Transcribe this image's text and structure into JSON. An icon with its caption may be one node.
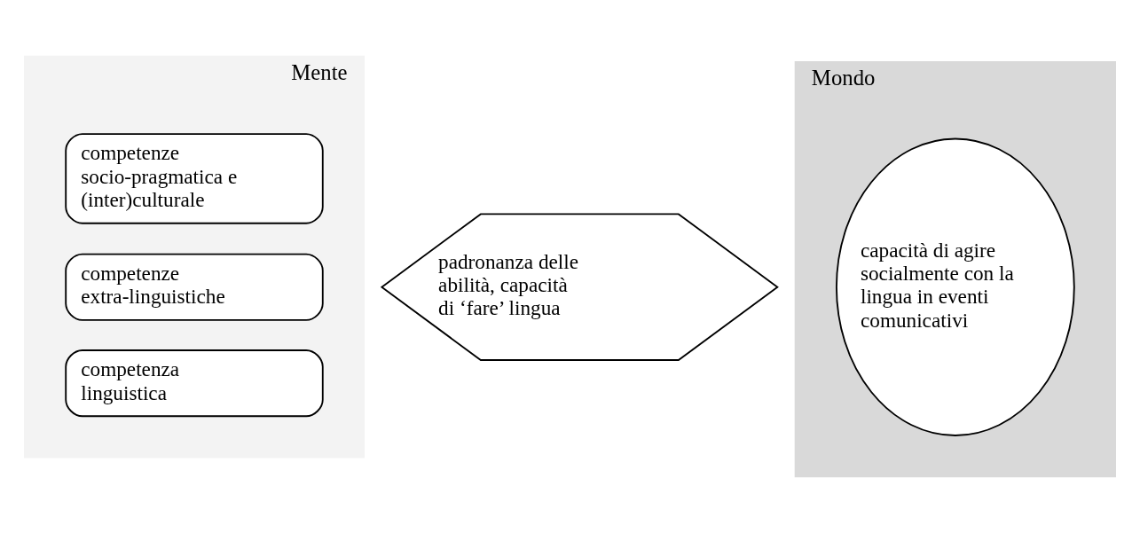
{
  "diagram": {
    "nodes": [
      {
        "text": [
          "Mente"
        ]
      },
      {
        "text": [
          "competenza linguistica"
        ],
        "in": 0
      },
      {
        "text": [
          "competenze extra-linguistiche"
        ],
        "in": 0
      },
      {
        "text": [
          "competenze socio-pragmatica e (inter)culturale"
        ],
        "in": 0
      },
      {
        "text": [
          "padronanza delle abilità, capacità di ‘fare’ lingua"
        ]
      },
      {
        "text": [
          "Mondo"
        ]
      },
      {
        "text": [
          "capacità di agire socialmente con la lingua in eventi comunicativi"
        ],
        "in": 5
      }
    ],
    "edges": []
  }
}
